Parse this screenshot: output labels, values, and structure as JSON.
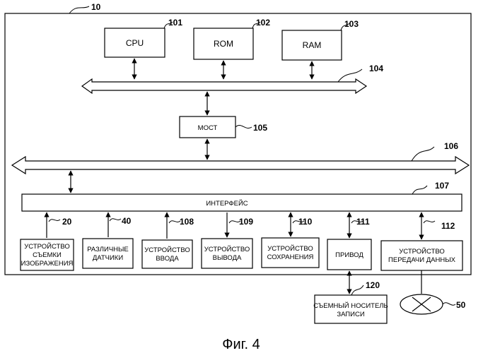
{
  "system_ref": "10",
  "cpu": {
    "label": "CPU",
    "ref": "101"
  },
  "rom": {
    "label": "ROM",
    "ref": "102"
  },
  "ram": {
    "label": "RAM",
    "ref": "103"
  },
  "bus_upper_ref": "104",
  "bridge": {
    "label": "МОСТ",
    "ref": "105"
  },
  "bus_lower_ref": "106",
  "interface": {
    "label": "ИНТЕРФЕЙС",
    "ref": "107"
  },
  "imaging": {
    "line1": "УСТРОЙСТВО",
    "line2": "СЪЕМКИ",
    "line3": "ИЗОБРАЖЕНИЯ",
    "ref": "20"
  },
  "sensors": {
    "line1": "РАЗЛИЧНЫЕ",
    "line2": "ДАТЧИКИ",
    "ref": "40"
  },
  "input": {
    "line1": "УСТРОЙСТВО",
    "line2": "ВВОДА",
    "ref": "108"
  },
  "output": {
    "line1": "УСТРОЙСТВО",
    "line2": "ВЫВОДА",
    "ref": "109"
  },
  "storage": {
    "line1": "УСТРОЙСТВО",
    "line2": "СОХРАНЕНИЯ",
    "ref": "110"
  },
  "drive": {
    "label": "ПРИВОД",
    "ref": "111"
  },
  "comm": {
    "line1": "УСТРОЙСТВО",
    "line2": "ПЕРЕДАЧИ ДАННЫХ",
    "ref": "112"
  },
  "media": {
    "line1": "СЪЕМНЫЙ НОСИТЕЛЬ",
    "line2": "ЗАПИСИ",
    "ref": "120"
  },
  "network_ref": "50",
  "caption": "Фиг. 4"
}
